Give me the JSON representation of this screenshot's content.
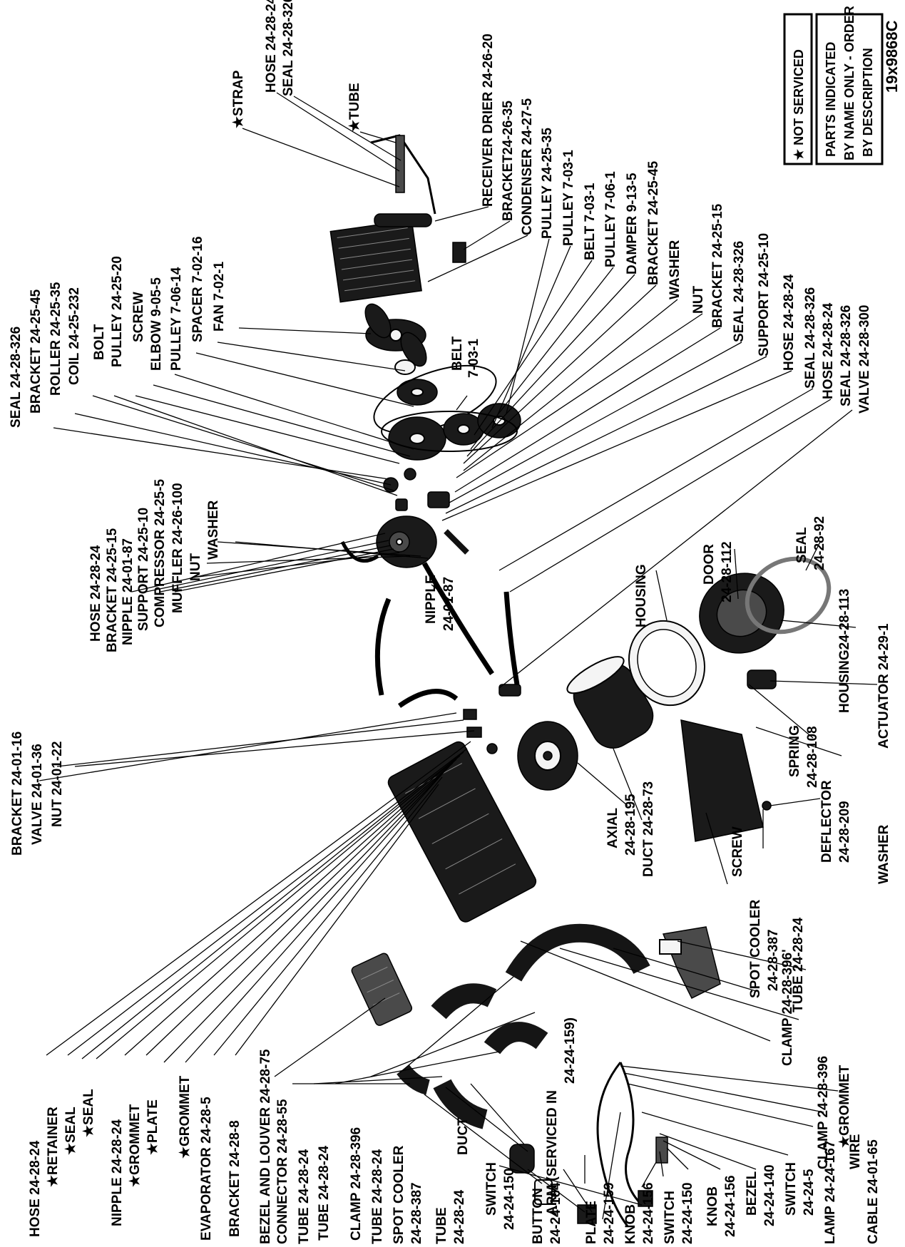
{
  "diagram_id": "19x9868C",
  "legend": {
    "not_serviced": "★ NOT SERVICED",
    "parts_note_line1": "PARTS INDICATED",
    "parts_note_line2": "BY NAME ONLY - ORDER",
    "parts_note_line3": "BY DESCRIPTION"
  },
  "labels": {
    "strap": "★STRAP",
    "tube_top": "★TUBE",
    "hose_top": "HOSE 24-28-24",
    "seal_top": "SEAL 24-28-326",
    "receiver_drier": "RECEIVER DRIER 24-26-20",
    "bracket_24_26_35": "BRACKET24-26-35",
    "condenser": "CONDENSER 24-27-5",
    "pulley_24_25_35": "PULLEY 24-25-35",
    "pulley_7_03_1": "PULLEY 7-03-1",
    "belt_7_03_1": "BELT 7-03-1",
    "pulley_7_06_1": "PULLEY 7-06-1",
    "damper": "DAMPER 9-13-5",
    "bracket_24_25_45_r": "BRACKET 24-25-45",
    "washer_r": "WASHER",
    "nut_r": "NUT",
    "bracket_24_25_15_r": "BRACKET 24-25-15",
    "seal_24_28_326_r": "SEAL 24-28-326",
    "support_24_25_10_r": "SUPPORT 24-25-10",
    "hose_24_28_24_r1": "HOSE 24-28-24",
    "seal_24_28_326_r2": "SEAL 24-28-326",
    "hose_24_28_24_r2": "HOSE 24-28-24",
    "seal_24_28_326_r3": "SEAL 24-28-326",
    "valve_24_28_300": "VALVE 24-28-300",
    "seal_24_28_326_l": "SEAL 24-28-326",
    "bracket_24_25_45_l": "BRACKET 24-25-45",
    "roller": "ROLLER 24-25-35",
    "coil": "COIL 24-25-232",
    "bolt": "BOLT",
    "pulley_24_25_20": "PULLEY 24-25-20",
    "screw_top": "SCREW",
    "elbow": "ELBOW 9-05-5",
    "pulley_7_06_14": "PULLEY 7-06-14",
    "spacer": "SPACER 7-02-16",
    "fan": "FAN 7-02-1",
    "belt_center_1": "BELT",
    "belt_center_2": "7-03-1",
    "hose_mid": "HOSE 24-28-24",
    "bracket_mid": "BRACKET 24-25-15",
    "nipple_mid": "NIPPLE 24-01-87",
    "support_mid": "SUPPORT 24-25-10",
    "compressor": "COMPRESSOR 24-25-5",
    "muffler": "MUFFLER 24-26-100",
    "nut_mid": "NUT",
    "washer_mid": "WASHER",
    "nipple_center_1": "NIPPLE",
    "nipple_center_2": "24-01-87",
    "bracket_24_01_16": "BRACKET 24-01-16",
    "valve_24_01_36": "VALVE 24-01-36",
    "nut_24_01_22": "NUT 24-01-22",
    "housing_center": "HOUSING",
    "door_1": "DOOR",
    "door_2": "24-28-112",
    "seal_92_1": "SEAL",
    "seal_92_2": "24-28-92",
    "housing_113": "HOUSING24-28-113",
    "actuator": "ACTUATOR 24-29-1",
    "spring_1": "SPRING",
    "spring_2": "24-28-108",
    "deflector_1": "DEFLECTOR",
    "deflector_2": "24-28-209",
    "washer_low": "WASHER",
    "screw_low": "SCREW",
    "axial_1": "AXIAL",
    "axial_2": "24-28-195",
    "duct_73": "DUCT 24-28-73",
    "spot_cooler_r1": "SPOT COOLER",
    "spot_cooler_r2": "24-28-387",
    "tube_low_r": "TUBE 24-28-24",
    "clamp_396_r": "CLAMP 24-28-396'",
    "hose_low_l": "HOSE 24-28-24",
    "retainer": "★RETAINER",
    "seal_star_1": "★SEAL",
    "seal_star_2": "★SEAL",
    "nipple_low_l": "NIPPLE 24-28-24",
    "grommet_star_1": "★GROMMET",
    "plate_star": "★PLATE",
    "grommet_star_2": "★GROMMET",
    "evaporator": "EVAPORATOR 24-28-5",
    "bracket_24_28_8": "BRACKET 24-28-8",
    "bezel_louver": "BEZEL AND LOUVER 24-28-75",
    "connector": "CONNECTOR 24-28-55",
    "tube_l1": "TUBE 24-28-24",
    "tube_l2": "TUBE 24-28-24",
    "clamp_396_l": "CLAMP 24-28-396",
    "tube_l3": "TUBE 24-28-24",
    "spot_cooler_l1": "SPOT COOLER",
    "spot_cooler_l2": "24-28-387",
    "tube_l4_1": "TUBE",
    "tube_l4_2": "24-28-24",
    "duct_low": "DUCT",
    "arm": "ARM (SERVICED IN",
    "arm_2": "24-24-159)",
    "switch_150_1": "SWITCH",
    "switch_150_2": "24-24-150",
    "button_1": "BUTTON",
    "button_2": "24-24-164",
    "plate_159_1": "PLATE",
    "plate_159_2": "24-24-159",
    "knob_156_1": "KNOB",
    "knob_156_2": "24-24-156",
    "switch_150b_1": "SWITCH",
    "switch_150b_2": "24-24-150",
    "knob_156b_1": "KNOB",
    "knob_156b_2": "24-24-156",
    "bezel_140_1": "BEZEL",
    "bezel_140_2": "24-24-140",
    "switch_5_1": "SWITCH",
    "switch_5_2": "24-24-5",
    "lamp": "LAMP 24-24-167",
    "wire": "WIRE",
    "clamp_grommet_1": "CLAMP 24-28-396",
    "clamp_grommet_2": "★GROMMET",
    "cable": "CABLE 24-01-65"
  }
}
